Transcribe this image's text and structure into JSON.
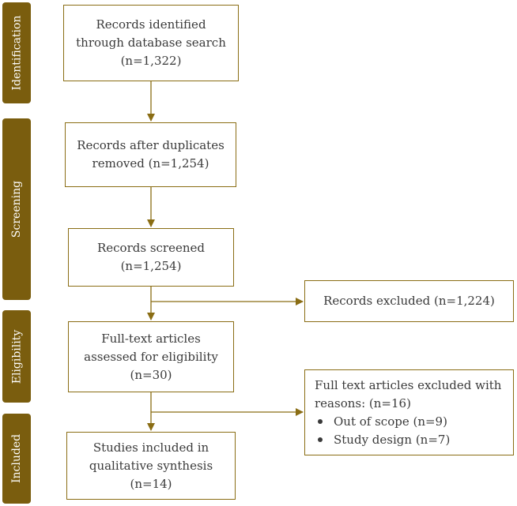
{
  "phases": [
    {
      "id": "identification",
      "label": "Identification"
    },
    {
      "id": "screening",
      "label": "Screening"
    },
    {
      "id": "eligibility",
      "label": "Eligibility"
    },
    {
      "id": "included",
      "label": "Included"
    }
  ],
  "boxes": {
    "identified": {
      "lines": [
        "Records identified",
        "through database search",
        "(n=1,322)"
      ]
    },
    "after_duplicates": {
      "lines": [
        "Records after duplicates",
        "removed (n=1,254)"
      ]
    },
    "screened": {
      "lines": [
        "Records screened",
        "(n=1,254)"
      ]
    },
    "excluded": {
      "lines": [
        "Records excluded (n=1,224)"
      ]
    },
    "full_text": {
      "lines": [
        "Full-text articles",
        "assessed for eligibility",
        "(n=30)"
      ]
    },
    "full_text_excluded": {
      "lines": [
        "Full text articles excluded with",
        "reasons: (n=16)"
      ],
      "reasons": [
        "Out of scope (n=9)",
        "Study design (n=7)"
      ]
    },
    "included": {
      "lines": [
        "Studies included in",
        "qualitative synthesis",
        "(n=14)"
      ]
    }
  },
  "colors": {
    "accent": "#7a5d0e",
    "border": "#8a6d14",
    "text": "#3a3a3a"
  }
}
